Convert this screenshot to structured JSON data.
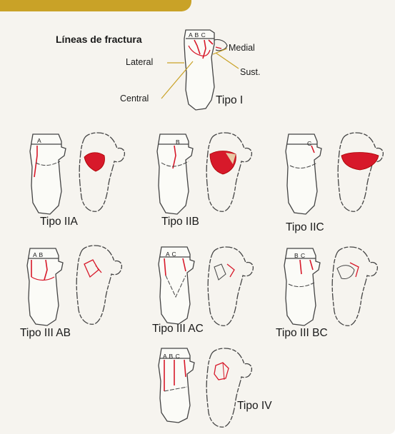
{
  "header": {
    "text": ""
  },
  "diagram": {
    "title": "Líneas de fractura",
    "labels": {
      "lateral": "Lateral",
      "central": "Central",
      "medial": "Medial",
      "sust": "Sust."
    },
    "panels": [
      {
        "id": "tipo-i",
        "type_label": "Tipo I",
        "columns": "A B C"
      },
      {
        "id": "tipo-iia",
        "type_label": "Tipo IIA",
        "columns": "A"
      },
      {
        "id": "tipo-iib",
        "type_label": "Tipo IIB",
        "columns": "B"
      },
      {
        "id": "tipo-iic",
        "type_label": "Tipo IIC",
        "columns": "C"
      },
      {
        "id": "tipo-iii-ab",
        "type_label": "Tipo III AB",
        "columns": "A B"
      },
      {
        "id": "tipo-iii-ac",
        "type_label": "Tipo III AC",
        "columns": "A C"
      },
      {
        "id": "tipo-iii-bc",
        "type_label": "Tipo III BC",
        "columns": "B C"
      },
      {
        "id": "tipo-iv",
        "type_label": "Tipo IV",
        "columns": "A B C"
      }
    ]
  },
  "colors": {
    "accent_gold": "#c9a227",
    "fracture_red": "#d7192a",
    "outline": "#444444",
    "leader_gold": "#c9a227",
    "panel_bg": "#f6f4ef"
  }
}
